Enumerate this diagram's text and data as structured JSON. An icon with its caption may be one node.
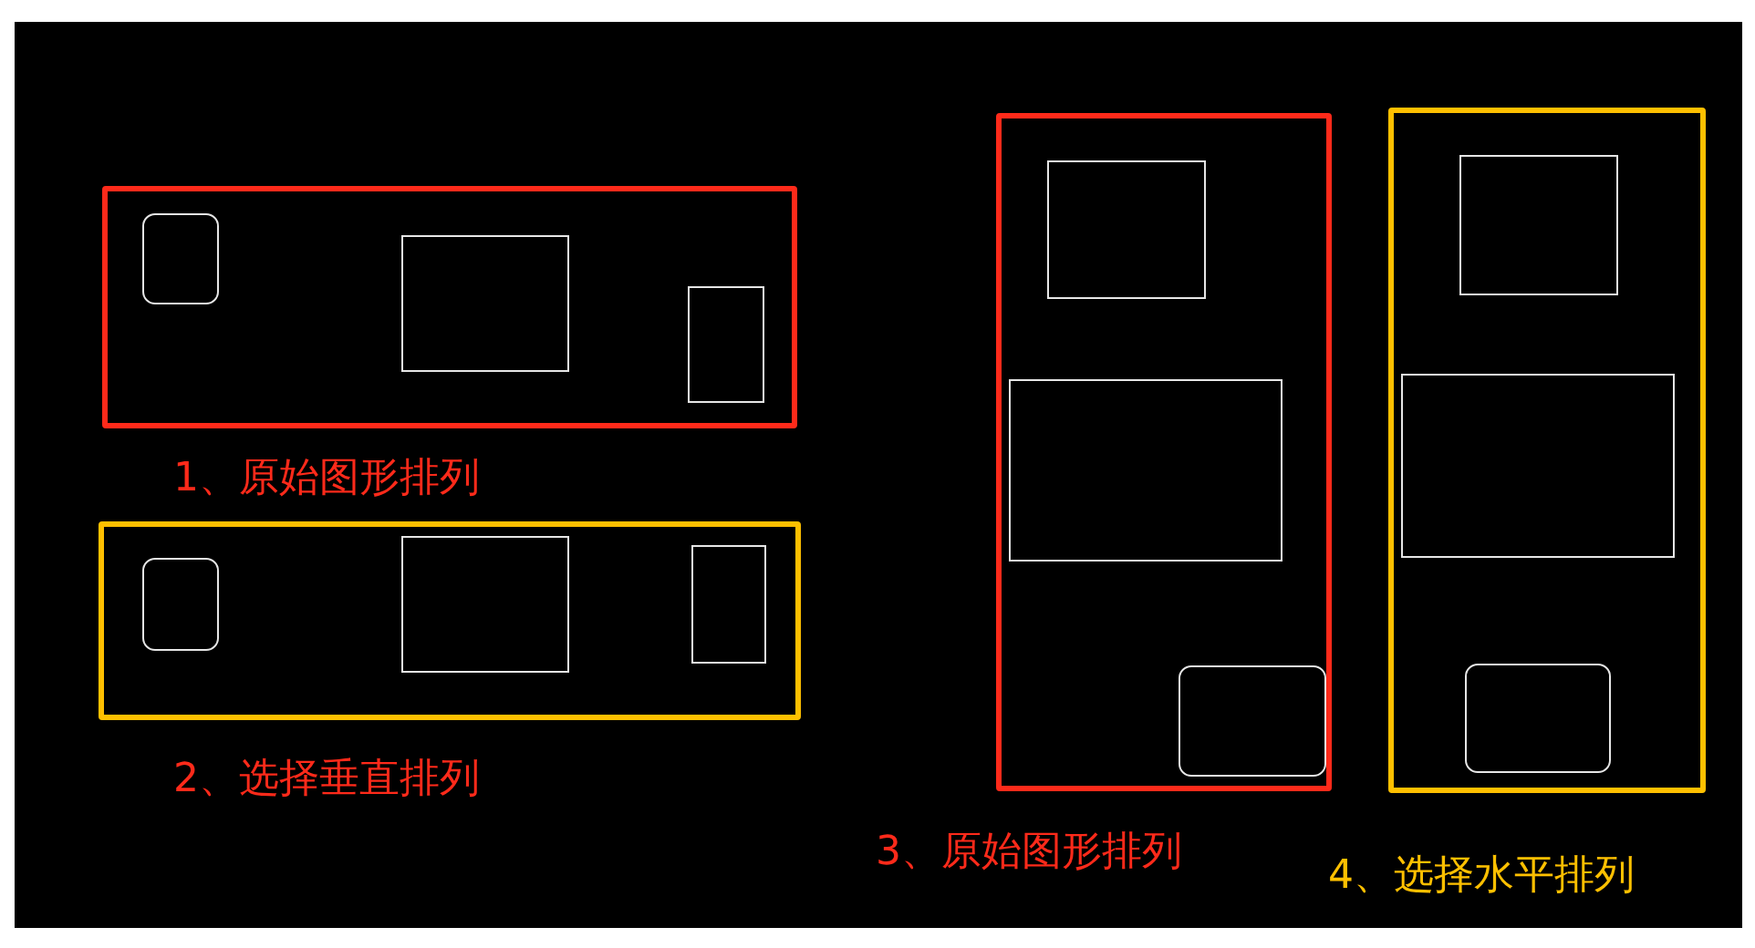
{
  "diagram": {
    "nodes": [
      {
        "text": [],
        "shape": "box",
        "beside": [
          "1、原始图形排列"
        ]
      },
      {
        "text": [],
        "shape": "box",
        "in": 0
      },
      {
        "text": [],
        "shape": "box",
        "in": 0
      },
      {
        "text": [],
        "shape": "box",
        "in": 0
      },
      {
        "text": [],
        "shape": "box",
        "beside": [
          "2、选择垂直排列"
        ]
      },
      {
        "text": [],
        "shape": "box",
        "in": 4
      },
      {
        "text": [],
        "shape": "box",
        "in": 4
      },
      {
        "text": [],
        "shape": "box",
        "in": 4
      },
      {
        "text": [],
        "shape": "box",
        "beside": [
          "3、原始图形排列"
        ]
      },
      {
        "text": [],
        "shape": "box",
        "in": 8
      },
      {
        "text": [],
        "shape": "box",
        "in": 8
      },
      {
        "text": [],
        "shape": "box",
        "in": 8
      },
      {
        "text": [],
        "shape": "box",
        "beside": [
          "4、选择水平排列"
        ]
      },
      {
        "text": [],
        "shape": "box",
        "in": 12
      },
      {
        "text": [],
        "shape": "box",
        "in": 12
      },
      {
        "text": [],
        "shape": "box",
        "in": 12
      }
    ]
  }
}
